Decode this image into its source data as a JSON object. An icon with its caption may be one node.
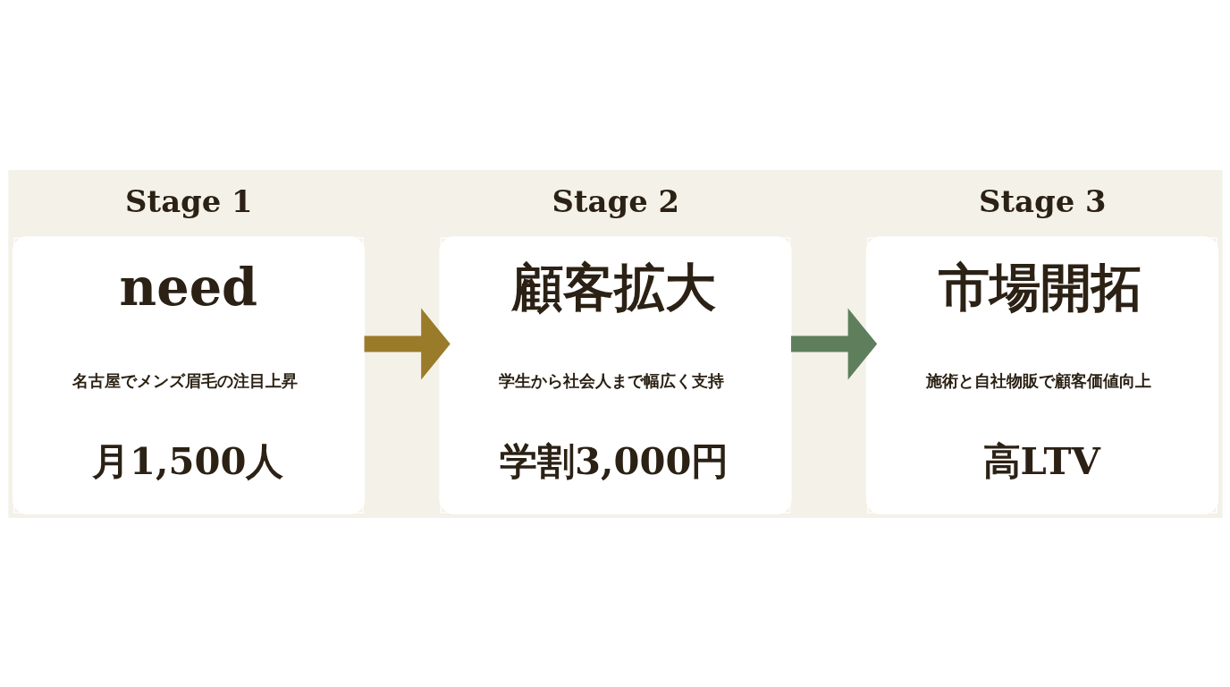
{
  "diagram": {
    "nodes": [
      {
        "text": [
          "Stage 1",
          "need",
          "名古屋でメンズ眉毛の注目上昇",
          "月1,500人"
        ]
      },
      {
        "text": [
          "Stage 2",
          "顧客拡大",
          "学生から社会人まで幅広く支持",
          "学割3,000円"
        ]
      },
      {
        "text": [
          "Stage 3",
          "市場開拓",
          "施術と自社物販で顧客価値向上",
          "高LTV"
        ]
      }
    ],
    "edges": [
      {
        "from": 0,
        "to": 1,
        "arrow": "to",
        "color": "#9a7b2a"
      },
      {
        "from": 1,
        "to": 2,
        "arrow": "to",
        "color": "#5f7f5c"
      }
    ]
  }
}
